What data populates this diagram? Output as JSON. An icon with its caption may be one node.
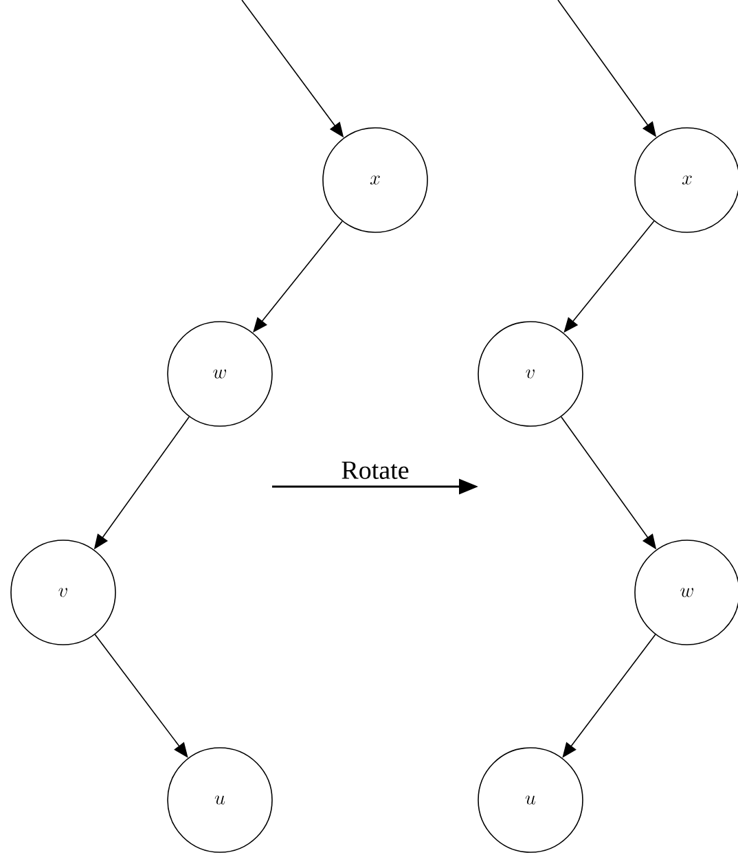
{
  "diagram": {
    "nodes": [
      {
        "text": [
          "x"
        ]
      },
      {
        "text": [
          "w"
        ]
      },
      {
        "text": [
          "v"
        ]
      },
      {
        "text": [
          "u"
        ]
      },
      {
        "text": [
          "x"
        ]
      },
      {
        "text": [
          "v"
        ]
      },
      {
        "text": [
          "w"
        ]
      },
      {
        "text": [
          "u"
        ]
      }
    ],
    "edges": [
      {
        "from": null,
        "to": 0,
        "arrow": "to"
      },
      {
        "from": 0,
        "to": 1,
        "arrow": "to"
      },
      {
        "from": 1,
        "to": 2,
        "arrow": "to"
      },
      {
        "from": 2,
        "to": 3,
        "arrow": "to"
      },
      {
        "from": null,
        "to": 4,
        "arrow": "to"
      },
      {
        "from": 4,
        "to": 5,
        "arrow": "to"
      },
      {
        "from": 5,
        "to": 6,
        "arrow": "to"
      },
      {
        "from": 6,
        "to": 7,
        "arrow": "to"
      }
    ],
    "labels": [
      "Rotate"
    ]
  }
}
